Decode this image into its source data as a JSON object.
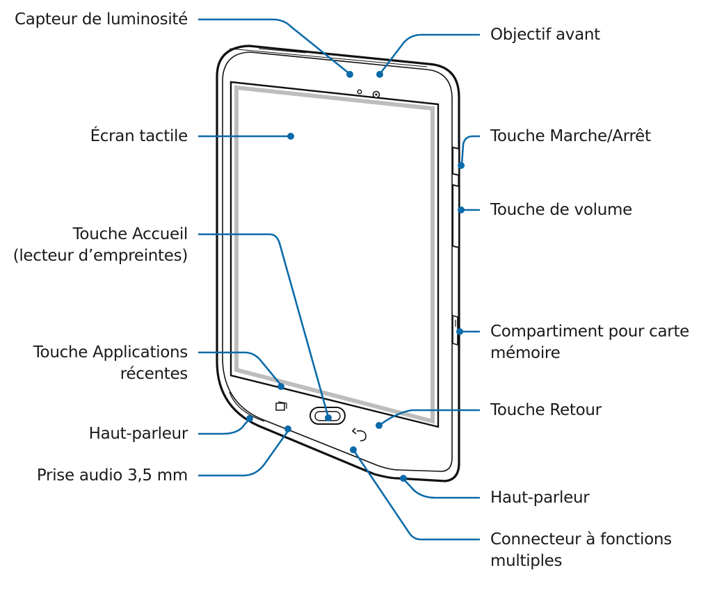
{
  "colors": {
    "leader": "#0b6aa8",
    "text": "#1a1a1a",
    "device_outline": "#111111",
    "background": "#ffffff"
  },
  "labels": {
    "light_sensor": "Capteur de luminosité",
    "front_camera": "Objectif avant",
    "touchscreen": "Écran tactile",
    "power_key": "Touche Marche/Arrêt",
    "volume_key": "Touche de volume",
    "home_key": [
      "Touche Accueil",
      "(lecteur d’empreintes)"
    ],
    "memory_card_tray": [
      "Compartiment pour carte",
      "mémoire"
    ],
    "recents_key": [
      "Touche Applications",
      "récentes"
    ],
    "back_key": "Touche Retour",
    "speaker_left": "Haut-parleur",
    "speaker_right": "Haut-parleur",
    "audio_jack": "Prise audio 3,5 mm",
    "multipurpose_jack": [
      "Connecteur à fonctions",
      "multiples"
    ]
  },
  "icons": {
    "recents": "recent-apps-icon",
    "home": "home-button-icon",
    "back": "back-arrow-icon",
    "camera": "front-camera-icon",
    "sensor": "light-sensor-icon"
  }
}
